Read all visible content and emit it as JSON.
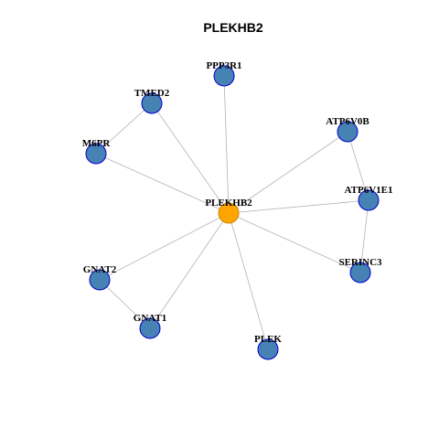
{
  "graph": {
    "title": "PLEKHB2",
    "colors": {
      "hub_fill": "#FFA500",
      "node_fill": "#4682B4",
      "node_stroke": "#0000CD",
      "hub_stroke": "#CC8400",
      "edge": "#B3B3B3"
    },
    "nodes": [
      {
        "id": "PLEKHB2",
        "label": "PLEKHB2",
        "hub": true
      },
      {
        "id": "PPP3R1",
        "label": "PPP3R1",
        "hub": false
      },
      {
        "id": "TMED2",
        "label": "TMED2",
        "hub": false
      },
      {
        "id": "M6PR",
        "label": "M6PR",
        "hub": false
      },
      {
        "id": "ATP6V0B",
        "label": "ATP6V0B",
        "hub": false
      },
      {
        "id": "ATP6V1E1",
        "label": "ATP6V1E1",
        "hub": false
      },
      {
        "id": "SERINC3",
        "label": "SERINC3",
        "hub": false
      },
      {
        "id": "GNAT2",
        "label": "GNAT2",
        "hub": false
      },
      {
        "id": "GNAT1",
        "label": "GNAT1",
        "hub": false
      },
      {
        "id": "PLEK",
        "label": "PLEK",
        "hub": false
      }
    ],
    "edges": [
      [
        "PLEKHB2",
        "PPP3R1"
      ],
      [
        "PLEKHB2",
        "TMED2"
      ],
      [
        "PLEKHB2",
        "M6PR"
      ],
      [
        "PLEKHB2",
        "ATP6V0B"
      ],
      [
        "PLEKHB2",
        "ATP6V1E1"
      ],
      [
        "PLEKHB2",
        "SERINC3"
      ],
      [
        "PLEKHB2",
        "GNAT2"
      ],
      [
        "PLEKHB2",
        "GNAT1"
      ],
      [
        "PLEKHB2",
        "PLEK"
      ],
      [
        "TMED2",
        "M6PR"
      ],
      [
        "ATP6V0B",
        "ATP6V1E1"
      ],
      [
        "ATP6V1E1",
        "SERINC3"
      ],
      [
        "GNAT2",
        "GNAT1"
      ]
    ]
  }
}
